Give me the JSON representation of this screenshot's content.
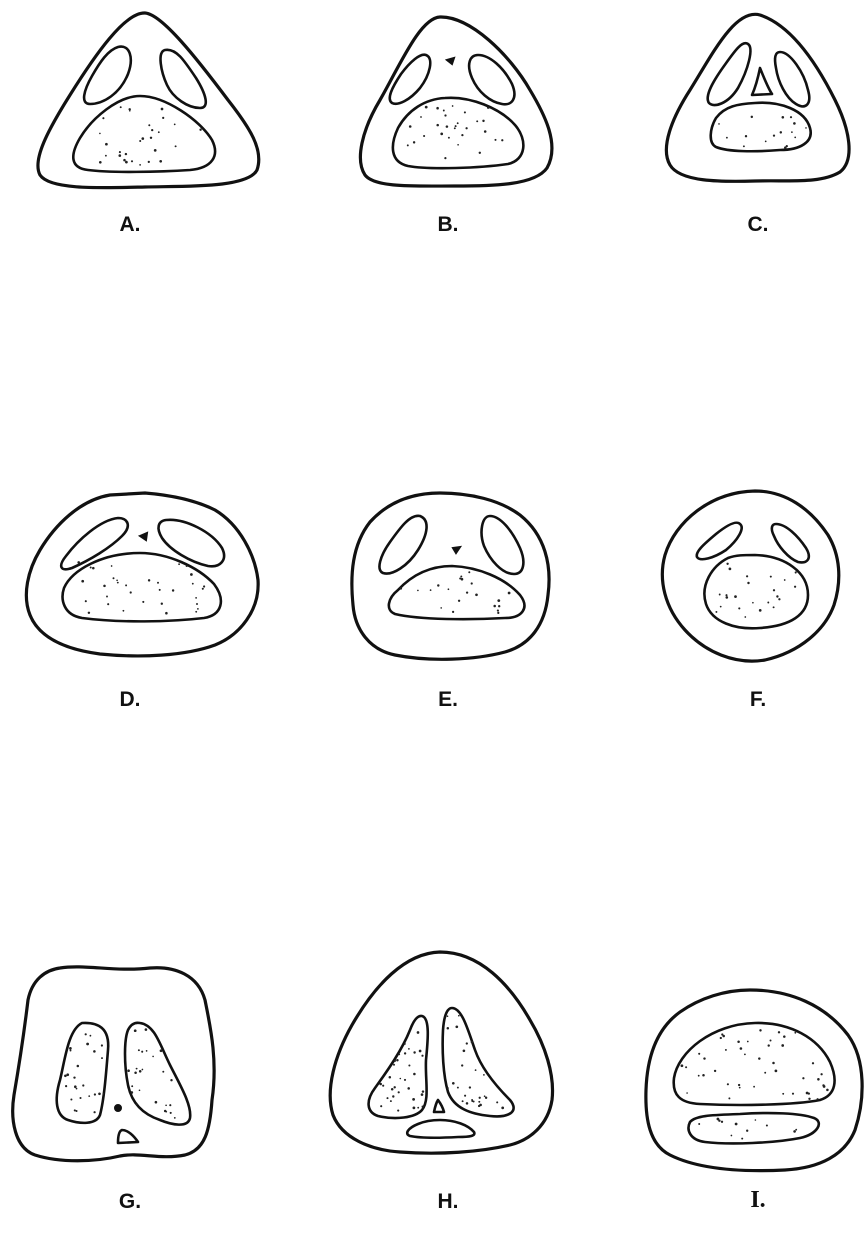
{
  "figures": [
    {
      "id": "A",
      "label": "A."
    },
    {
      "id": "B",
      "label": "B."
    },
    {
      "id": "C",
      "label": "C."
    },
    {
      "id": "D",
      "label": "D."
    },
    {
      "id": "E",
      "label": "E."
    },
    {
      "id": "F",
      "label": "F."
    },
    {
      "id": "G",
      "label": "G."
    },
    {
      "id": "H",
      "label": "H."
    },
    {
      "id": "I",
      "label": "I."
    }
  ]
}
